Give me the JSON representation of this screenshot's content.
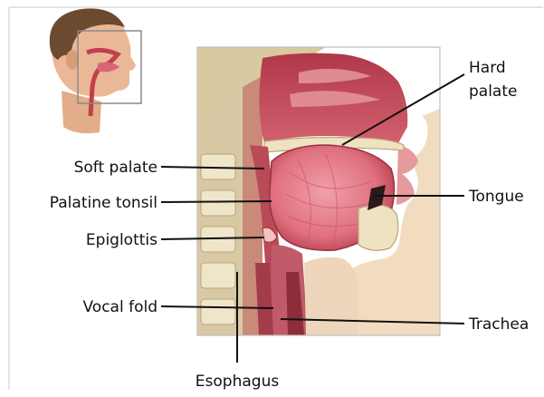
{
  "figure": {
    "labels": {
      "hard_palate_line1": "Hard",
      "hard_palate_line2": "palate",
      "soft_palate": "Soft palate",
      "palatine_tonsil": "Palatine tonsil",
      "epiglottis": "Epiglottis",
      "vocal_fold": "Vocal fold",
      "tongue": "Tongue",
      "trachea": "Trachea",
      "esophagus": "Esophagus"
    },
    "colors": {
      "frame": "#bdbdbd",
      "tissue_dark": "#8e2d3a",
      "tissue_mid": "#c8505f",
      "tissue_light": "#e7a3a8",
      "tongue": "#e0707e",
      "bone": "#eadfc0",
      "bone_edge": "#b9a57a",
      "skin": "#e9b894",
      "hair": "#6b4a2f"
    }
  }
}
